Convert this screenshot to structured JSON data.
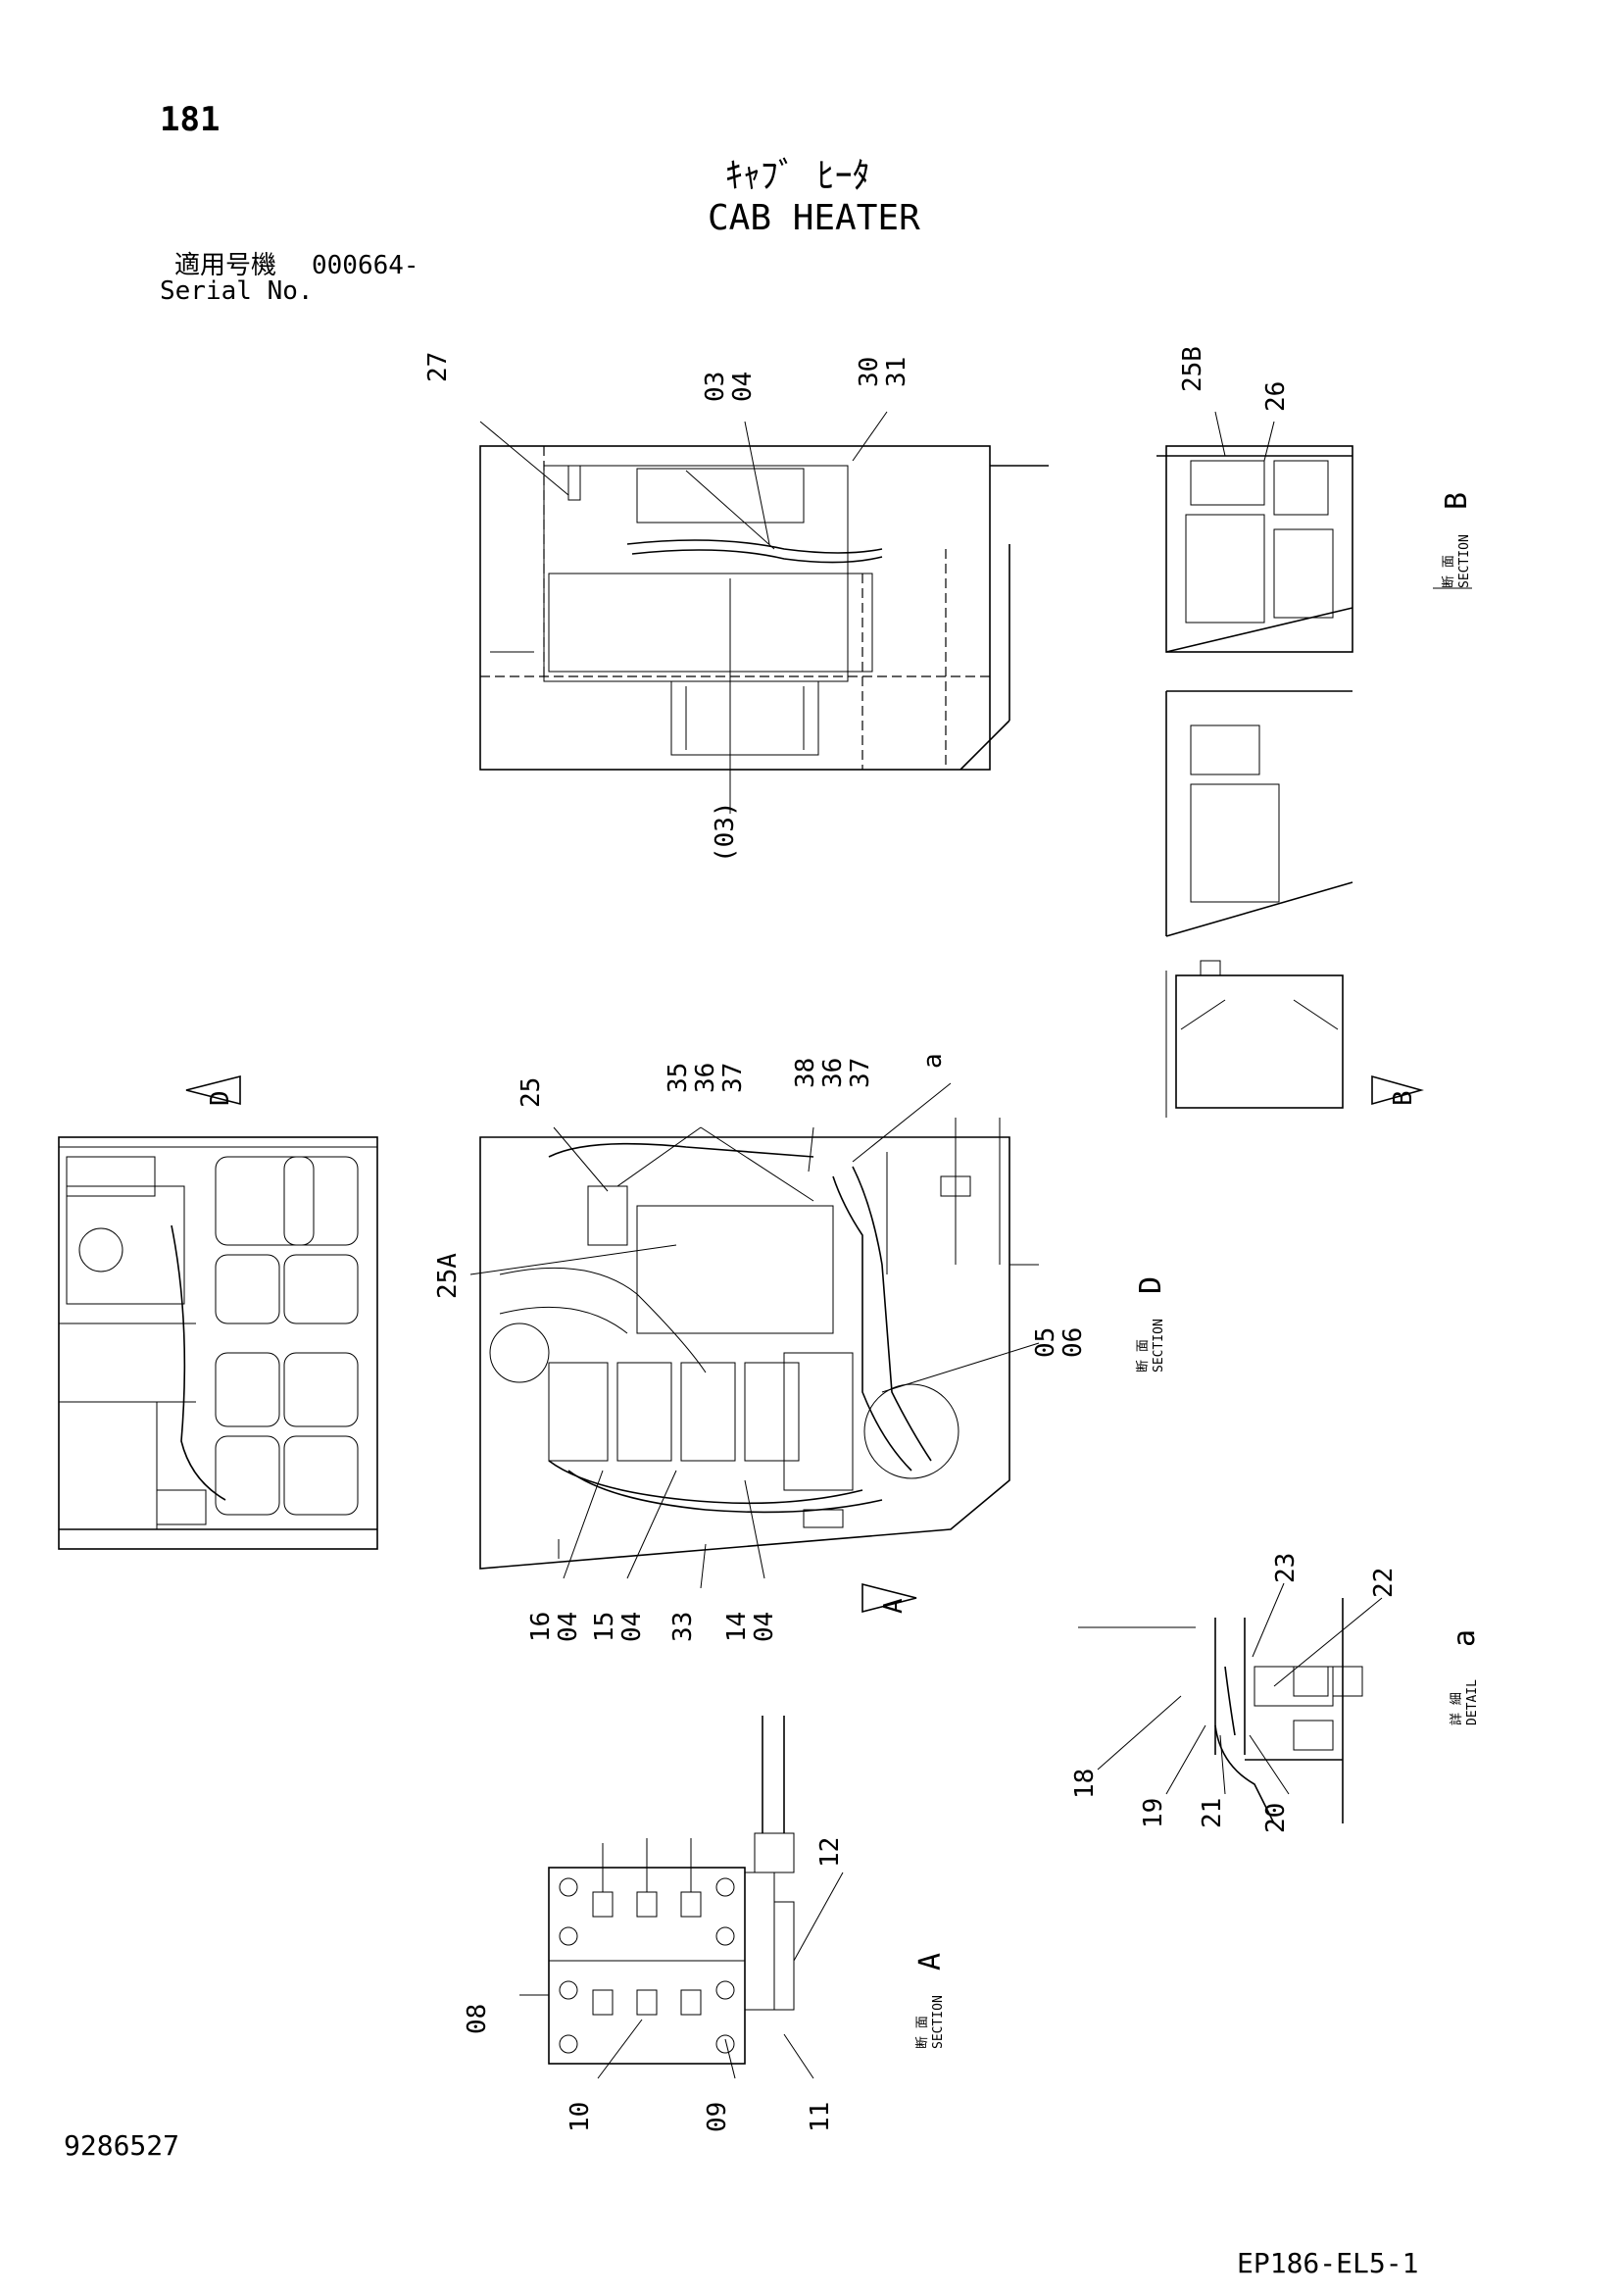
{
  "page_number": "181",
  "title_jp": "ｷｬﾌﾞ ﾋｰﾀ",
  "title_en": "CAB HEATER",
  "serial_label_jp": "適用号機",
  "serial_value": "000664-",
  "serial_label_en": "Serial No.",
  "part_number": "9286527",
  "drawing_code": "EP186-EL5-1",
  "callouts": {
    "c27": "27",
    "c03_04": "03\n04",
    "c30_31": "30\n31",
    "c03p": "(03)",
    "c25b": "25B",
    "c26": "26",
    "c25": "25",
    "c35_37": "35\n36\n37",
    "c38_37": "38\n36\n37",
    "ca": "a",
    "c25a": "25A",
    "c05_06": "05\n06",
    "c16_04": "16\n04",
    "c15_04": "15\n04",
    "c33": "33",
    "c14_04": "14\n04",
    "c23": "23",
    "c22": "22",
    "c18": "18",
    "c19": "19",
    "c21": "21",
    "c20": "20",
    "c12": "12",
    "c08": "08",
    "c10": "10",
    "c09": "09",
    "c11": "11"
  },
  "views": {
    "section_b": {
      "jp": "断 面",
      "en": "SECTION",
      "letter": "B"
    },
    "section_d": {
      "jp": "断 面",
      "en": "SECTION",
      "letter": "D"
    },
    "section_a": {
      "jp": "断 面",
      "en": "SECTION",
      "letter": "A"
    },
    "detail_a": {
      "jp": "詳 細",
      "en": "DETAIL",
      "letter": "a"
    },
    "arrow_d": "D",
    "arrow_b": "B",
    "arrow_a": "A"
  }
}
